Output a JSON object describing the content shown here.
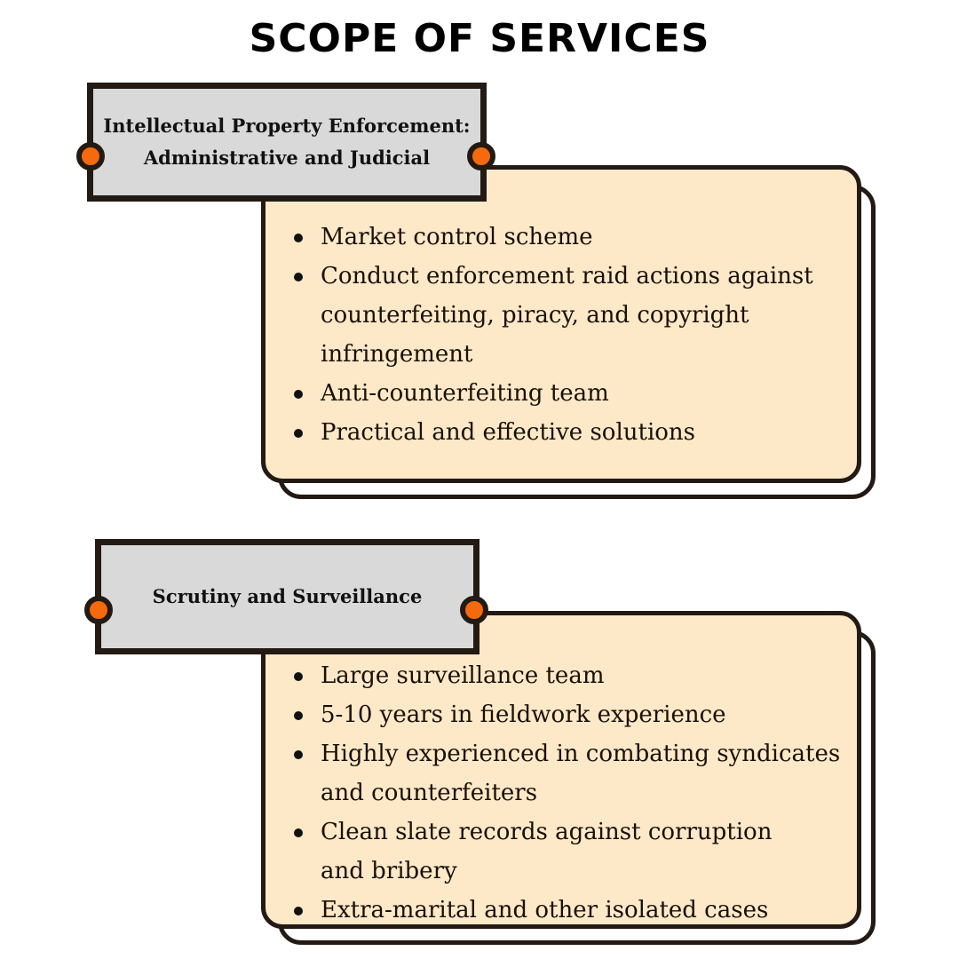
{
  "title": "SCOPE OF SERVICES",
  "colors": {
    "card_fill": "#fde9c8",
    "label_fill": "#d9d9d9",
    "outline": "#231a14",
    "connector_dot": "#f46a0d"
  },
  "sections": [
    {
      "heading_line1": "Intellectual Property Enforcement:",
      "heading_line2": "Administrative and Judicial",
      "items": [
        "Market control scheme",
        "Conduct enforcement raid actions against counterfeiting, piracy, and copyright infringement",
        "Anti-counterfeiting team",
        "Practical and effective solutions"
      ]
    },
    {
      "heading": "Scrutiny and Surveillance",
      "items": [
        "Large surveillance team",
        "5-10 years in fieldwork experience",
        "Highly experienced in combating syndicates and counterfeiters",
        "Clean slate records against corruption and bribery",
        "Extra-marital and other isolated cases"
      ]
    }
  ]
}
